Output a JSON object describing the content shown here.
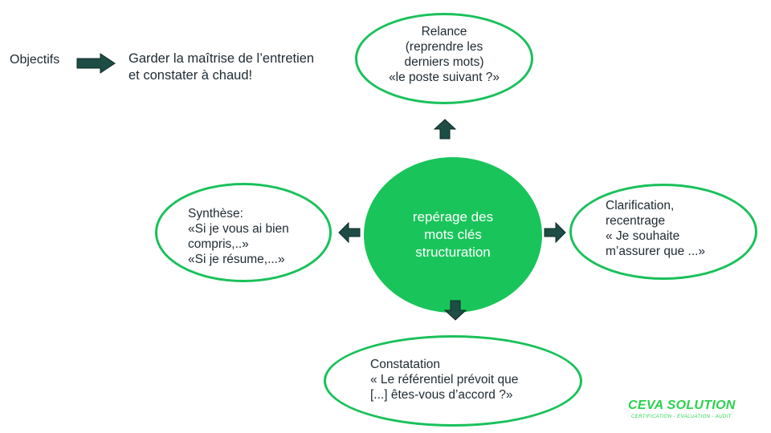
{
  "objectifs": {
    "label": "Objectifs",
    "line1": "Garder la maîtrise de l’entretien",
    "line2": "et constater à chaud!"
  },
  "center": {
    "line1": "repérage des",
    "line2": "mots clés",
    "line3": "structuration"
  },
  "relance": {
    "line1": "Relance",
    "line2": "(reprendre les",
    "line3": "derniers mots)",
    "line4": "«le poste suivant ?»"
  },
  "synthese": {
    "line1": "Synthèse:",
    "line2": "«Si je vous ai bien",
    "line3": "compris,..»",
    "line4": "«Si je résume,...»"
  },
  "clarification": {
    "line1": "Clarification,",
    "line2": "recentrage",
    "line3": "« Je souhaite",
    "line4": "m’assurer que ...»"
  },
  "constatation": {
    "line1": "Constatation",
    "line2": "« Le référentiel prévoit que",
    "line3": "[...] êtes-vous d’accord ?»"
  },
  "logo": {
    "name": "CEVA SOLUTION",
    "tagline": "CERTIFICATION - EVALUATION - AUDIT"
  },
  "colors": {
    "accent": "#19c55a",
    "arrow": "#1d4d45",
    "text": "#1e2a32"
  }
}
